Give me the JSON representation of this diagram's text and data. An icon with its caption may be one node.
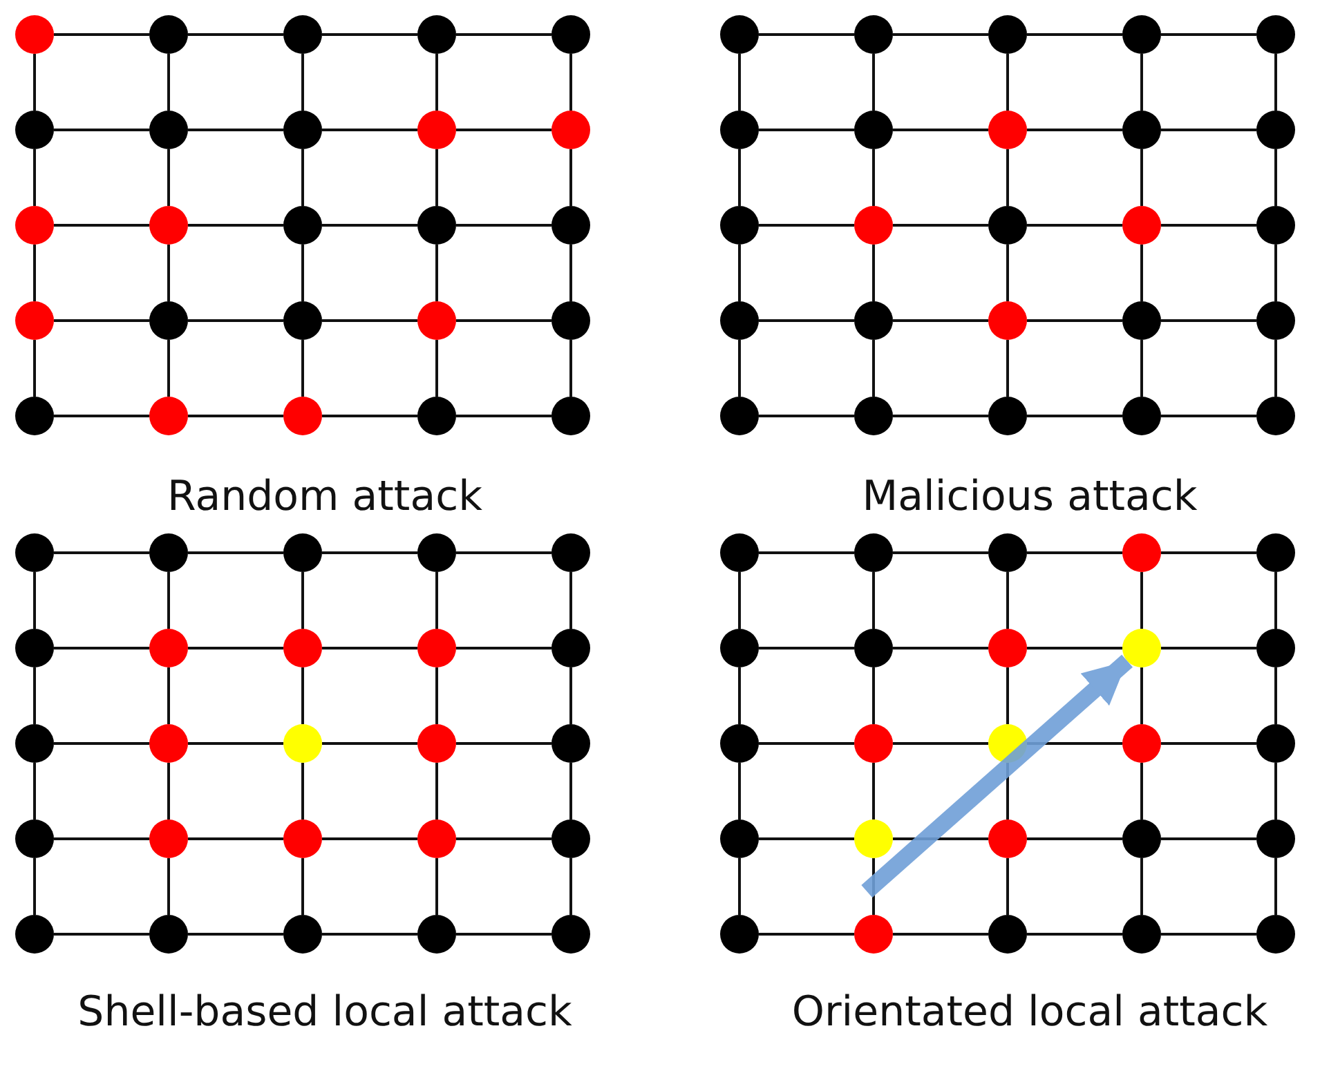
{
  "diagram": {
    "nodes": [
      {
        "text": [],
        "shape": "circle"
      },
      {
        "text": [],
        "shape": "circle"
      },
      {
        "text": [],
        "shape": "circle"
      },
      {
        "text": [],
        "shape": "circle"
      },
      {
        "text": [],
        "shape": "circle"
      },
      {
        "text": [],
        "shape": "circle"
      },
      {
        "text": [],
        "shape": "circle"
      },
      {
        "text": [],
        "shape": "circle"
      },
      {
        "text": [],
        "shape": "circle"
      },
      {
        "text": [],
        "shape": "circle"
      },
      {
        "text": [],
        "shape": "circle"
      },
      {
        "text": [],
        "shape": "circle"
      },
      {
        "text": [],
        "shape": "circle"
      },
      {
        "text": [],
        "shape": "circle"
      },
      {
        "text": [],
        "shape": "circle"
      },
      {
        "text": [],
        "shape": "circle"
      },
      {
        "text": [],
        "shape": "circle"
      },
      {
        "text": [],
        "shape": "circle"
      },
      {
        "text": [],
        "shape": "circle"
      },
      {
        "text": [],
        "shape": "circle"
      },
      {
        "text": [],
        "shape": "circle"
      },
      {
        "text": [],
        "shape": "circle"
      },
      {
        "text": [],
        "shape": "circle"
      },
      {
        "text": [],
        "shape": "circle"
      },
      {
        "text": [],
        "shape": "circle"
      },
      {
        "text": [],
        "shape": "circle"
      },
      {
        "text": [],
        "shape": "circle"
      },
      {
        "text": [],
        "shape": "circle"
      },
      {
        "text": [],
        "shape": "circle"
      },
      {
        "text": [],
        "shape": "circle"
      },
      {
        "text": [],
        "shape": "circle"
      },
      {
        "text": [],
        "shape": "circle"
      },
      {
        "text": [],
        "shape": "circle"
      },
      {
        "text": [],
        "shape": "circle"
      },
      {
        "text": [],
        "shape": "circle"
      },
      {
        "text": [],
        "shape": "circle"
      },
      {
        "text": [],
        "shape": "circle"
      },
      {
        "text": [],
        "shape": "circle"
      },
      {
        "text": [],
        "shape": "circle"
      },
      {
        "text": [],
        "shape": "circle"
      },
      {
        "text": [],
        "shape": "circle"
      },
      {
        "text": [],
        "shape": "circle"
      },
      {
        "text": [],
        "shape": "circle"
      },
      {
        "text": [],
        "shape": "circle"
      },
      {
        "text": [],
        "shape": "circle"
      },
      {
        "text": [],
        "shape": "circle"
      },
      {
        "text": [],
        "shape": "circle"
      },
      {
        "text": [],
        "shape": "circle"
      },
      {
        "text": [],
        "shape": "circle"
      },
      {
        "text": [],
        "shape": "circle"
      },
      {
        "text": [],
        "shape": "circle"
      },
      {
        "text": [],
        "shape": "circle"
      },
      {
        "text": [],
        "shape": "circle"
      },
      {
        "text": [],
        "shape": "circle"
      },
      {
        "text": [],
        "shape": "circle"
      },
      {
        "text": [],
        "shape": "circle"
      },
      {
        "text": [],
        "shape": "circle"
      },
      {
        "text": [],
        "shape": "circle"
      },
      {
        "text": [],
        "shape": "circle"
      },
      {
        "text": [],
        "shape": "circle"
      },
      {
        "text": [],
        "shape": "circle"
      },
      {
        "text": [],
        "shape": "circle"
      },
      {
        "text": [],
        "shape": "circle"
      },
      {
        "text": [],
        "shape": "circle"
      },
      {
        "text": [],
        "shape": "circle"
      },
      {
        "text": [],
        "shape": "circle"
      },
      {
        "text": [],
        "shape": "circle"
      },
      {
        "text": [],
        "shape": "circle"
      },
      {
        "text": [],
        "shape": "circle"
      },
      {
        "text": [],
        "shape": "circle"
      },
      {
        "text": [],
        "shape": "circle"
      },
      {
        "text": [],
        "shape": "circle"
      },
      {
        "text": [],
        "shape": "circle"
      },
      {
        "text": [],
        "shape": "circle"
      },
      {
        "text": [],
        "shape": "circle"
      },
      {
        "text": [],
        "shape": "circle"
      },
      {
        "text": [],
        "shape": "circle"
      },
      {
        "text": [],
        "shape": "circle"
      },
      {
        "text": [],
        "shape": "circle"
      },
      {
        "text": [],
        "shape": "circle"
      },
      {
        "text": [],
        "shape": "circle"
      },
      {
        "text": [],
        "shape": "circle"
      },
      {
        "text": [],
        "shape": "circle"
      },
      {
        "text": [],
        "shape": "circle"
      },
      {
        "text": [],
        "shape": "circle"
      },
      {
        "text": [],
        "shape": "circle"
      },
      {
        "text": [],
        "shape": "circle"
      },
      {
        "text": [],
        "shape": "circle"
      },
      {
        "text": [],
        "shape": "circle"
      },
      {
        "text": [],
        "shape": "circle"
      },
      {
        "text": [],
        "shape": "circle"
      },
      {
        "text": [],
        "shape": "circle"
      },
      {
        "text": [],
        "shape": "circle"
      },
      {
        "text": [],
        "shape": "circle"
      },
      {
        "text": [],
        "shape": "circle"
      },
      {
        "text": [],
        "shape": "circle"
      },
      {
        "text": [],
        "shape": "circle"
      },
      {
        "text": [],
        "shape": "circle"
      },
      {
        "text": [],
        "shape": "circle"
      },
      {
        "text": [],
        "shape": "circle"
      }
    ],
    "edges": [
      {
        "from": 0,
        "to": 1,
        "arrow": "none"
      },
      {
        "from": 1,
        "to": 2,
        "arrow": "none"
      },
      {
        "from": 2,
        "to": 3,
        "arrow": "none"
      },
      {
        "from": 3,
        "to": 4,
        "arrow": "none"
      },
      {
        "from": 5,
        "to": 6,
        "arrow": "none"
      },
      {
        "from": 6,
        "to": 7,
        "arrow": "none"
      },
      {
        "from": 7,
        "to": 8,
        "arrow": "none"
      },
      {
        "from": 8,
        "to": 9,
        "arrow": "none"
      },
      {
        "from": 10,
        "to": 11,
        "arrow": "none"
      },
      {
        "from": 11,
        "to": 12,
        "arrow": "none"
      },
      {
        "from": 12,
        "to": 13,
        "arrow": "none"
      },
      {
        "from": 13,
        "to": 14,
        "arrow": "none"
      },
      {
        "from": 15,
        "to": 16,
        "arrow": "none"
      },
      {
        "from": 16,
        "to": 17,
        "arrow": "none"
      },
      {
        "from": 17,
        "to": 18,
        "arrow": "none"
      },
      {
        "from": 18,
        "to": 19,
        "arrow": "none"
      },
      {
        "from": 20,
        "to": 21,
        "arrow": "none"
      },
      {
        "from": 21,
        "to": 22,
        "arrow": "none"
      },
      {
        "from": 22,
        "to": 23,
        "arrow": "none"
      },
      {
        "from": 23,
        "to": 24,
        "arrow": "none"
      },
      {
        "from": 0,
        "to": 5,
        "arrow": "none"
      },
      {
        "from": 1,
        "to": 6,
        "arrow": "none"
      },
      {
        "from": 2,
        "to": 7,
        "arrow": "none"
      },
      {
        "from": 3,
        "to": 8,
        "arrow": "none"
      },
      {
        "from": 4,
        "to": 9,
        "arrow": "none"
      },
      {
        "from": 5,
        "to": 10,
        "arrow": "none"
      },
      {
        "from": 6,
        "to": 11,
        "arrow": "none"
      },
      {
        "from": 7,
        "to": 12,
        "arrow": "none"
      },
      {
        "from": 8,
        "to": 13,
        "arrow": "none"
      },
      {
        "from": 9,
        "to": 14,
        "arrow": "none"
      },
      {
        "from": 10,
        "to": 15,
        "arrow": "none"
      },
      {
        "from": 11,
        "to": 16,
        "arrow": "none"
      },
      {
        "from": 12,
        "to": 17,
        "arrow": "none"
      },
      {
        "from": 13,
        "to": 18,
        "arrow": "none"
      },
      {
        "from": 14,
        "to": 19,
        "arrow": "none"
      },
      {
        "from": 15,
        "to": 20,
        "arrow": "none"
      },
      {
        "from": 16,
        "to": 21,
        "arrow": "none"
      },
      {
        "from": 17,
        "to": 22,
        "arrow": "none"
      },
      {
        "from": 18,
        "to": 23,
        "arrow": "none"
      },
      {
        "from": 19,
        "to": 24,
        "arrow": "none"
      },
      {
        "from": 25,
        "to": 26,
        "arrow": "none"
      },
      {
        "from": 26,
        "to": 27,
        "arrow": "none"
      },
      {
        "from": 27,
        "to": 28,
        "arrow": "none"
      },
      {
        "from": 28,
        "to": 29,
        "arrow": "none"
      },
      {
        "from": 30,
        "to": 31,
        "arrow": "none"
      },
      {
        "from": 31,
        "to": 32,
        "arrow": "none"
      },
      {
        "from": 32,
        "to": 33,
        "arrow": "none"
      },
      {
        "from": 33,
        "to": 34,
        "arrow": "none"
      },
      {
        "from": 35,
        "to": 36,
        "arrow": "none"
      },
      {
        "from": 36,
        "to": 37,
        "arrow": "none"
      },
      {
        "from": 37,
        "to": 38,
        "arrow": "none"
      },
      {
        "from": 38,
        "to": 39,
        "arrow": "none"
      },
      {
        "from": 40,
        "to": 41,
        "arrow": "none"
      },
      {
        "from": 41,
        "to": 42,
        "arrow": "none"
      },
      {
        "from": 42,
        "to": 43,
        "arrow": "none"
      },
      {
        "from": 43,
        "to": 44,
        "arrow": "none"
      },
      {
        "from": 45,
        "to": 46,
        "arrow": "none"
      },
      {
        "from": 46,
        "to": 47,
        "arrow": "none"
      },
      {
        "from": 47,
        "to": 48,
        "arrow": "none"
      },
      {
        "from": 48,
        "to": 49,
        "arrow": "none"
      },
      {
        "from": 25,
        "to": 30,
        "arrow": "none"
      },
      {
        "from": 26,
        "to": 31,
        "arrow": "none"
      },
      {
        "from": 27,
        "to": 32,
        "arrow": "none"
      },
      {
        "from": 28,
        "to": 33,
        "arrow": "none"
      },
      {
        "from": 29,
        "to": 34,
        "arrow": "none"
      },
      {
        "from": 30,
        "to": 35,
        "arrow": "none"
      },
      {
        "from": 31,
        "to": 36,
        "arrow": "none"
      },
      {
        "from": 32,
        "to": 37,
        "arrow": "none"
      },
      {
        "from": 33,
        "to": 38,
        "arrow": "none"
      },
      {
        "from": 34,
        "to": 39,
        "arrow": "none"
      },
      {
        "from": 35,
        "to": 40,
        "arrow": "none"
      },
      {
        "from": 36,
        "to": 41,
        "arrow": "none"
      },
      {
        "from": 37,
        "to": 42,
        "arrow": "none"
      },
      {
        "from": 38,
        "to": 43,
        "arrow": "none"
      },
      {
        "from": 39,
        "to": 44,
        "arrow": "none"
      },
      {
        "from": 40,
        "to": 45,
        "arrow": "none"
      },
      {
        "from": 41,
        "to": 46,
        "arrow": "none"
      },
      {
        "from": 42,
        "to": 47,
        "arrow": "none"
      },
      {
        "from": 43,
        "to": 48,
        "arrow": "none"
      },
      {
        "from": 44,
        "to": 49,
        "arrow": "none"
      },
      {
        "from": 50,
        "to": 51,
        "arrow": "none"
      },
      {
        "from": 51,
        "to": 52,
        "arrow": "none"
      },
      {
        "from": 52,
        "to": 53,
        "arrow": "none"
      },
      {
        "from": 53,
        "to": 54,
        "arrow": "none"
      },
      {
        "from": 55,
        "to": 56,
        "arrow": "none"
      },
      {
        "from": 56,
        "to": 57,
        "arrow": "none"
      },
      {
        "from": 57,
        "to": 58,
        "arrow": "none"
      },
      {
        "from": 58,
        "to": 59,
        "arrow": "none"
      },
      {
        "from": 60,
        "to": 61,
        "arrow": "none"
      },
      {
        "from": 61,
        "to": 62,
        "arrow": "none"
      },
      {
        "from": 62,
        "to": 63,
        "arrow": "none"
      },
      {
        "from": 63,
        "to": 64,
        "arrow": "none"
      },
      {
        "from": 65,
        "to": 66,
        "arrow": "none"
      },
      {
        "from": 66,
        "to": 67,
        "arrow": "none"
      },
      {
        "from": 67,
        "to": 68,
        "arrow": "none"
      },
      {
        "from": 68,
        "to": 69,
        "arrow": "none"
      },
      {
        "from": 70,
        "to": 71,
        "arrow": "none"
      },
      {
        "from": 71,
        "to": 72,
        "arrow": "none"
      },
      {
        "from": 72,
        "to": 73,
        "arrow": "none"
      },
      {
        "from": 73,
        "to": 74,
        "arrow": "none"
      },
      {
        "from": 50,
        "to": 55,
        "arrow": "none"
      },
      {
        "from": 51,
        "to": 56,
        "arrow": "none"
      },
      {
        "from": 52,
        "to": 57,
        "arrow": "none"
      },
      {
        "from": 53,
        "to": 58,
        "arrow": "none"
      },
      {
        "from": 54,
        "to": 59,
        "arrow": "none"
      },
      {
        "from": 55,
        "to": 60,
        "arrow": "none"
      },
      {
        "from": 56,
        "to": 61,
        "arrow": "none"
      },
      {
        "from": 57,
        "to": 62,
        "arrow": "none"
      },
      {
        "from": 58,
        "to": 63,
        "arrow": "none"
      },
      {
        "from": 59,
        "to": 64,
        "arrow": "none"
      },
      {
        "from": 60,
        "to": 65,
        "arrow": "none"
      },
      {
        "from": 61,
        "to": 66,
        "arrow": "none"
      },
      {
        "from": 62,
        "to": 67,
        "arrow": "none"
      },
      {
        "from": 63,
        "to": 68,
        "arrow": "none"
      },
      {
        "from": 64,
        "to": 69,
        "arrow": "none"
      },
      {
        "from": 65,
        "to": 70,
        "arrow": "none"
      },
      {
        "from": 66,
        "to": 71,
        "arrow": "none"
      },
      {
        "from": 67,
        "to": 72,
        "arrow": "none"
      },
      {
        "from": 68,
        "to": 73,
        "arrow": "none"
      },
      {
        "from": 69,
        "to": 74,
        "arrow": "none"
      },
      {
        "from": 75,
        "to": 76,
        "arrow": "none"
      },
      {
        "from": 76,
        "to": 77,
        "arrow": "none"
      },
      {
        "from": 77,
        "to": 78,
        "arrow": "none"
      },
      {
        "from": 78,
        "to": 79,
        "arrow": "none"
      },
      {
        "from": 80,
        "to": 81,
        "arrow": "none"
      },
      {
        "from": 81,
        "to": 82,
        "arrow": "none"
      },
      {
        "from": 82,
        "to": 83,
        "arrow": "none"
      },
      {
        "from": 83,
        "to": 84,
        "arrow": "none"
      },
      {
        "from": 85,
        "to": 86,
        "arrow": "none"
      },
      {
        "from": 86,
        "to": 87,
        "arrow": "none"
      },
      {
        "from": 87,
        "to": 88,
        "arrow": "none"
      },
      {
        "from": 88,
        "to": 89,
        "arrow": "none"
      },
      {
        "from": 90,
        "to": 91,
        "arrow": "none"
      },
      {
        "from": 91,
        "to": 92,
        "arrow": "none"
      },
      {
        "from": 92,
        "to": 93,
        "arrow": "none"
      },
      {
        "from": 93,
        "to": 94,
        "arrow": "none"
      },
      {
        "from": 95,
        "to": 96,
        "arrow": "none"
      },
      {
        "from": 96,
        "to": 97,
        "arrow": "none"
      },
      {
        "from": 97,
        "to": 98,
        "arrow": "none"
      },
      {
        "from": 98,
        "to": 99,
        "arrow": "none"
      },
      {
        "from": 75,
        "to": 80,
        "arrow": "none"
      },
      {
        "from": 76,
        "to": 81,
        "arrow": "none"
      },
      {
        "from": 77,
        "to": 82,
        "arrow": "none"
      },
      {
        "from": 78,
        "to": 83,
        "arrow": "none"
      },
      {
        "from": 79,
        "to": 84,
        "arrow": "none"
      },
      {
        "from": 80,
        "to": 85,
        "arrow": "none"
      },
      {
        "from": 81,
        "to": 86,
        "arrow": "none"
      },
      {
        "from": 82,
        "to": 87,
        "arrow": "none"
      },
      {
        "from": 83,
        "to": 88,
        "arrow": "none"
      },
      {
        "from": 84,
        "to": 89,
        "arrow": "none"
      },
      {
        "from": 85,
        "to": 90,
        "arrow": "none"
      },
      {
        "from": 86,
        "to": 91,
        "arrow": "none"
      },
      {
        "from": 87,
        "to": 92,
        "arrow": "none"
      },
      {
        "from": 88,
        "to": 93,
        "arrow": "none"
      },
      {
        "from": 89,
        "to": 94,
        "arrow": "none"
      },
      {
        "from": 90,
        "to": 95,
        "arrow": "none"
      },
      {
        "from": 91,
        "to": 96,
        "arrow": "none"
      },
      {
        "from": 92,
        "to": 97,
        "arrow": "none"
      },
      {
        "from": 93,
        "to": 98,
        "arrow": "none"
      },
      {
        "from": 94,
        "to": 99,
        "arrow": "none"
      },
      {
        "from": null,
        "to": 83,
        "arrow": "to",
        "style": "thick",
        "color": "#6f9fd8"
      }
    ],
    "labels": [
      "Random attack",
      "Malicious attack",
      "Shell-based local attack",
      "Orientated local attack"
    ]
  }
}
